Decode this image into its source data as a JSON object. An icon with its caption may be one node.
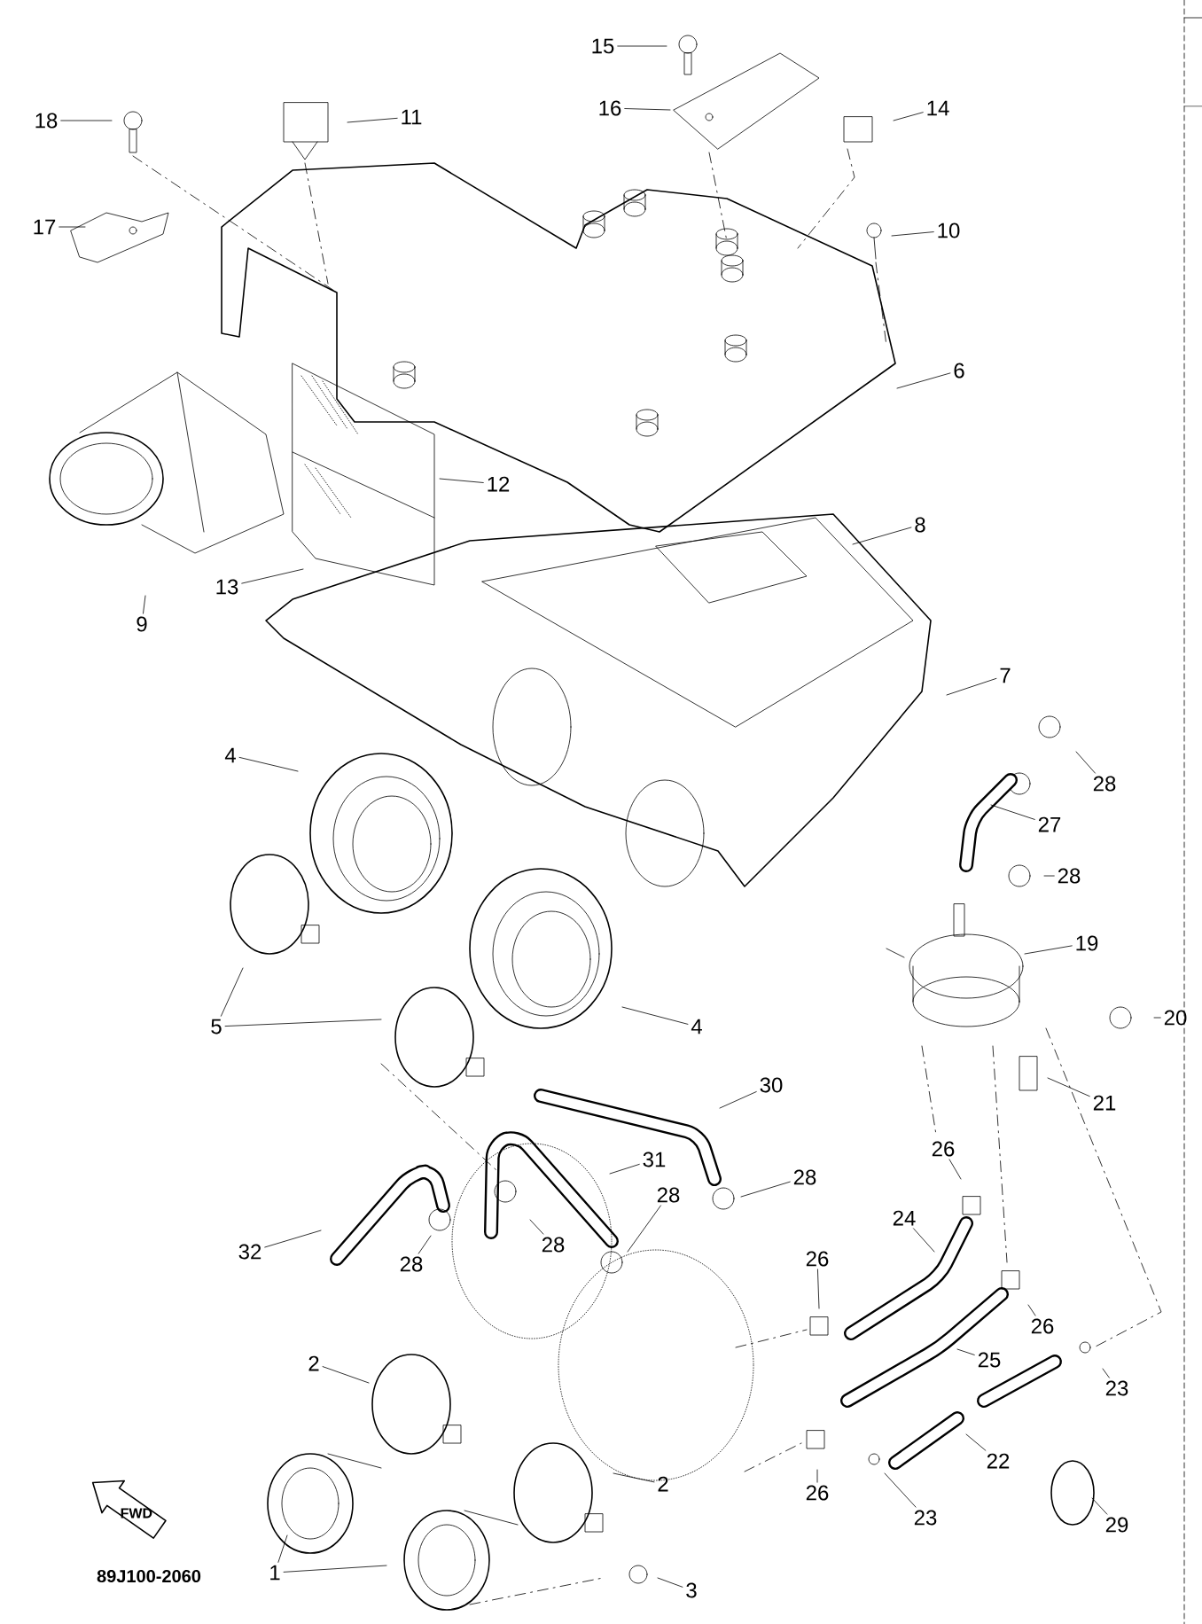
{
  "diagram": {
    "nodes": [
      {
        "text": [
          "15"
        ]
      },
      {
        "text": [
          "16"
        ]
      },
      {
        "text": [
          "14"
        ]
      },
      {
        "text": [
          "18"
        ]
      },
      {
        "text": [
          "11"
        ]
      },
      {
        "text": [
          "17"
        ]
      },
      {
        "text": [
          "10"
        ]
      },
      {
        "text": [
          "6"
        ]
      },
      {
        "text": [
          "12"
        ]
      },
      {
        "text": [
          "8"
        ]
      },
      {
        "text": [
          "13"
        ]
      },
      {
        "text": [
          "9"
        ]
      },
      {
        "text": [
          "7"
        ]
      },
      {
        "text": [
          "4"
        ]
      },
      {
        "text": [
          "28"
        ]
      },
      {
        "text": [
          "27"
        ]
      },
      {
        "text": [
          "28"
        ]
      },
      {
        "text": [
          "19"
        ]
      },
      {
        "text": [
          "20"
        ]
      },
      {
        "text": [
          "5"
        ]
      },
      {
        "text": [
          "4"
        ]
      },
      {
        "text": [
          "21"
        ]
      },
      {
        "text": [
          "30"
        ]
      },
      {
        "text": [
          "31"
        ]
      },
      {
        "text": [
          "28"
        ]
      },
      {
        "text": [
          "26"
        ]
      },
      {
        "text": [
          "28"
        ]
      },
      {
        "text": [
          "24"
        ]
      },
      {
        "text": [
          "28"
        ]
      },
      {
        "text": [
          "32"
        ]
      },
      {
        "text": [
          "26"
        ]
      },
      {
        "text": [
          "28"
        ]
      },
      {
        "text": [
          "26"
        ]
      },
      {
        "text": [
          "25"
        ]
      },
      {
        "text": [
          "2"
        ]
      },
      {
        "text": [
          "23"
        ]
      },
      {
        "text": [
          "22"
        ]
      },
      {
        "text": [
          "2"
        ]
      },
      {
        "text": [
          "26"
        ]
      },
      {
        "text": [
          "23"
        ]
      },
      {
        "text": [
          "29"
        ]
      },
      {
        "text": [
          "1"
        ]
      },
      {
        "text": [
          "3"
        ]
      }
    ],
    "edges": [
      {
        "from": 0,
        "to": null,
        "arrow": "none"
      },
      {
        "from": 1,
        "to": null,
        "arrow": "none"
      },
      {
        "from": 2,
        "to": null,
        "arrow": "none"
      },
      {
        "from": 3,
        "to": null,
        "arrow": "none"
      },
      {
        "from": 4,
        "to": null,
        "arrow": "none"
      },
      {
        "from": 5,
        "to": null,
        "arrow": "none"
      },
      {
        "from": 6,
        "to": null,
        "arrow": "none"
      },
      {
        "from": 7,
        "to": null,
        "arrow": "none"
      },
      {
        "from": 8,
        "to": null,
        "arrow": "none"
      },
      {
        "from": 9,
        "to": null,
        "arrow": "none"
      },
      {
        "from": 10,
        "to": null,
        "arrow": "none"
      },
      {
        "from": 11,
        "to": null,
        "arrow": "none"
      },
      {
        "from": 12,
        "to": null,
        "arrow": "none"
      },
      {
        "from": 13,
        "to": null,
        "arrow": "none"
      },
      {
        "from": 14,
        "to": null,
        "arrow": "none"
      },
      {
        "from": 15,
        "to": null,
        "arrow": "none"
      },
      {
        "from": 16,
        "to": null,
        "arrow": "none"
      },
      {
        "from": 17,
        "to": null,
        "arrow": "none"
      },
      {
        "from": 18,
        "to": null,
        "arrow": "none"
      },
      {
        "from": 19,
        "to": null,
        "arrow": "none"
      },
      {
        "from": 19,
        "to": null,
        "arrow": "none"
      },
      {
        "from": 20,
        "to": null,
        "arrow": "none"
      },
      {
        "from": 21,
        "to": null,
        "arrow": "none"
      },
      {
        "from": 22,
        "to": null,
        "arrow": "none"
      },
      {
        "from": 23,
        "to": null,
        "arrow": "none"
      },
      {
        "from": 24,
        "to": null,
        "arrow": "none"
      },
      {
        "from": 25,
        "to": null,
        "arrow": "none"
      },
      {
        "from": 26,
        "to": null,
        "arrow": "none"
      },
      {
        "from": 27,
        "to": null,
        "arrow": "none"
      },
      {
        "from": 28,
        "to": null,
        "arrow": "none"
      },
      {
        "from": 29,
        "to": null,
        "arrow": "none"
      },
      {
        "from": 30,
        "to": null,
        "arrow": "none"
      },
      {
        "from": 31,
        "to": null,
        "arrow": "none"
      },
      {
        "from": 32,
        "to": null,
        "arrow": "none"
      },
      {
        "from": 33,
        "to": null,
        "arrow": "none"
      },
      {
        "from": 34,
        "to": null,
        "arrow": "none"
      },
      {
        "from": 35,
        "to": null,
        "arrow": "none"
      },
      {
        "from": 36,
        "to": null,
        "arrow": "none"
      },
      {
        "from": 37,
        "to": null,
        "arrow": "none"
      },
      {
        "from": 38,
        "to": null,
        "arrow": "none"
      },
      {
        "from": 39,
        "to": null,
        "arrow": "none"
      },
      {
        "from": 40,
        "to": null,
        "arrow": "none"
      },
      {
        "from": 41,
        "to": null,
        "arrow": "none"
      },
      {
        "from": 41,
        "to": null,
        "arrow": "none"
      },
      {
        "from": 42,
        "to": null,
        "arrow": "none"
      }
    ],
    "labels": [
      "89J100-2060",
      "FWD"
    ]
  }
}
